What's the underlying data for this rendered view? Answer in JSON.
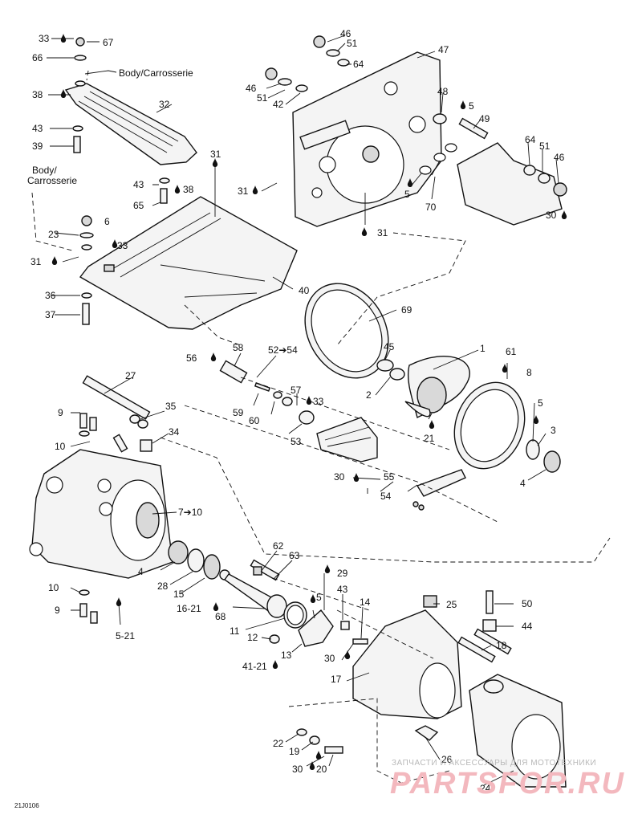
{
  "labels": {
    "l33a": "33",
    "l67": "67",
    "l66": "66",
    "body1": "Body/Carrosserie",
    "l38a": "38",
    "l32": "32",
    "l43a": "43",
    "l39": "39",
    "body2a": "Body/",
    "body2b": "Carrosserie",
    "l43b": "43",
    "l38b": "38",
    "l65": "65",
    "l31a": "31",
    "l6": "6",
    "l23": "23",
    "l33b": "33",
    "l31b": "31",
    "l40": "40",
    "l36": "36",
    "l37": "37",
    "l46a": "46",
    "l51a": "51",
    "l64a": "64",
    "l47": "47",
    "l46b": "46",
    "l51b": "51",
    "l42": "42",
    "l48": "48",
    "l5a": "5",
    "l49": "49",
    "l64b": "64",
    "l51c": "51",
    "l46c": "46",
    "l31c": "31",
    "l5b": "5",
    "l70": "70",
    "l30a": "30",
    "l31d": "31",
    "l69": "69",
    "l56": "56",
    "l58": "58",
    "l5254": "52➔54",
    "l45": "45",
    "l1": "1",
    "l61": "61",
    "l8": "8",
    "l2": "2",
    "l57": "57",
    "l33c": "33",
    "l59": "59",
    "l60": "60",
    "l53": "53",
    "l21a": "21",
    "l5c": "5",
    "l3": "3",
    "l4a": "4",
    "l27": "27",
    "l9a": "9",
    "l35": "35",
    "l10a": "10",
    "l34": "34",
    "l710": "7➔10",
    "l3055": "30",
    "l55": "55",
    "l54": "54",
    "l4b": "4",
    "l28": "28",
    "l15": "15",
    "l1621": "16-21",
    "l10b": "10",
    "l9b": "9",
    "l521": "5-21",
    "l62": "62",
    "l63": "63",
    "l29": "29",
    "l5d": "5",
    "l43c": "43",
    "l14": "14",
    "l25": "25",
    "l50": "50",
    "l44": "44",
    "l68": "68",
    "l11": "11",
    "l12": "12",
    "l13": "13",
    "l30b": "30",
    "l18": "18",
    "l4121": "41-21",
    "l17": "17",
    "l22": "22",
    "l19": "19",
    "l30c": "30",
    "l20": "20",
    "l26": "26",
    "l24": "24"
  },
  "watermark": {
    "line1": "ЗАПЧАСТИ И АКСЕССУАРЫ ДЛЯ МОТОТЕХНИКИ",
    "line2": "PARTSFOR.RU"
  },
  "figure_code": "21J0106"
}
